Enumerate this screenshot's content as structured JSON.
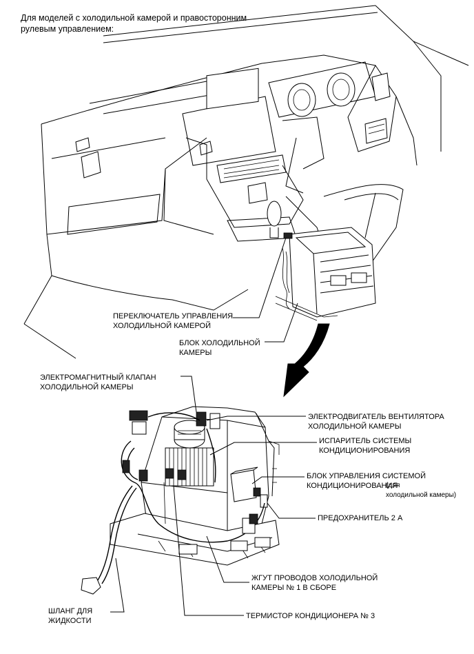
{
  "heading": "Для моделей с холодильной камерой и правосторонним\nрулевым управлением:",
  "labels": {
    "switch": "ПЕРЕКЛЮЧАТЕЛЬ УПРАВЛЕНИЯ\nХОЛОДИЛЬНОЙ КАМЕРОЙ",
    "cool_box": "БЛОК ХОЛОДИЛЬНОЙ\nКАМЕРЫ",
    "solenoid": "ЭЛЕКТРОМАГНИТНЫЙ КЛАПАН\nХОЛОДИЛЬНОЙ КАМЕРЫ",
    "fan_motor": "ЭЛЕКТРОДВИГАТЕЛЬ ВЕНТИЛЯТОРА\nХОЛОДИЛЬНОЙ КАМЕРЫ",
    "evaporator": "ИСПАРИТЕЛЬ СИСТЕМЫ\nКОНДИЦИОНИРОВАНИЯ",
    "ac_ecu_main": "БЛОК УПРАВЛЕНИЯ СИСТЕМОЙ\nКОНДИЦИОНИРОВАНИЯ",
    "ac_ecu_note": "(для\nхолодильной камеры)",
    "fuse": "ПРЕДОХРАНИТЕЛЬ 2 А",
    "harness": "ЖГУТ ПРОВОДОВ ХОЛОДИЛЬНОЙ\nКАМЕРЫ № 1 В СБОРЕ",
    "hose": "ШЛАНГ ДЛЯ\nЖИДКОСТИ",
    "thermistor": "ТЕРМИСТОР КОНДИЦИОНЕРА № 3"
  }
}
